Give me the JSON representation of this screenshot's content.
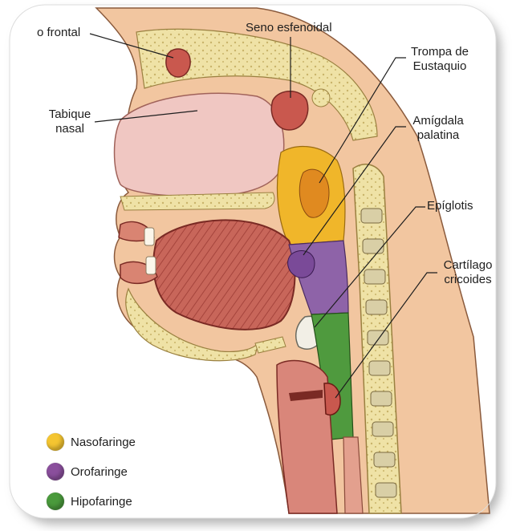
{
  "labels": {
    "frontal": "o frontal",
    "sphenoid": "Seno esfenoidal",
    "septum_line1": "Tabique",
    "septum_line2": "nasal",
    "eustachian_line1": "Trompa de",
    "eustachian_line2": "Eustaquio",
    "tonsil_line1": "Amígdala",
    "tonsil_line2": "palatina",
    "epiglottis": "Epíglotis",
    "cricoid_line1": "Cartílago",
    "cricoid_line2": "cricoides"
  },
  "legend": [
    {
      "label": "Nasofaringe",
      "color": "#f4c531"
    },
    {
      "label": "Orofaringe",
      "color": "#8a4f9c"
    },
    {
      "label": "Hipofaringe",
      "color": "#4a9a3c"
    }
  ],
  "regions": {
    "nasopharynx_color": "#f0b62a",
    "oropharynx_color": "#8e63a8",
    "hypopharynx_color": "#4f9a3e"
  }
}
